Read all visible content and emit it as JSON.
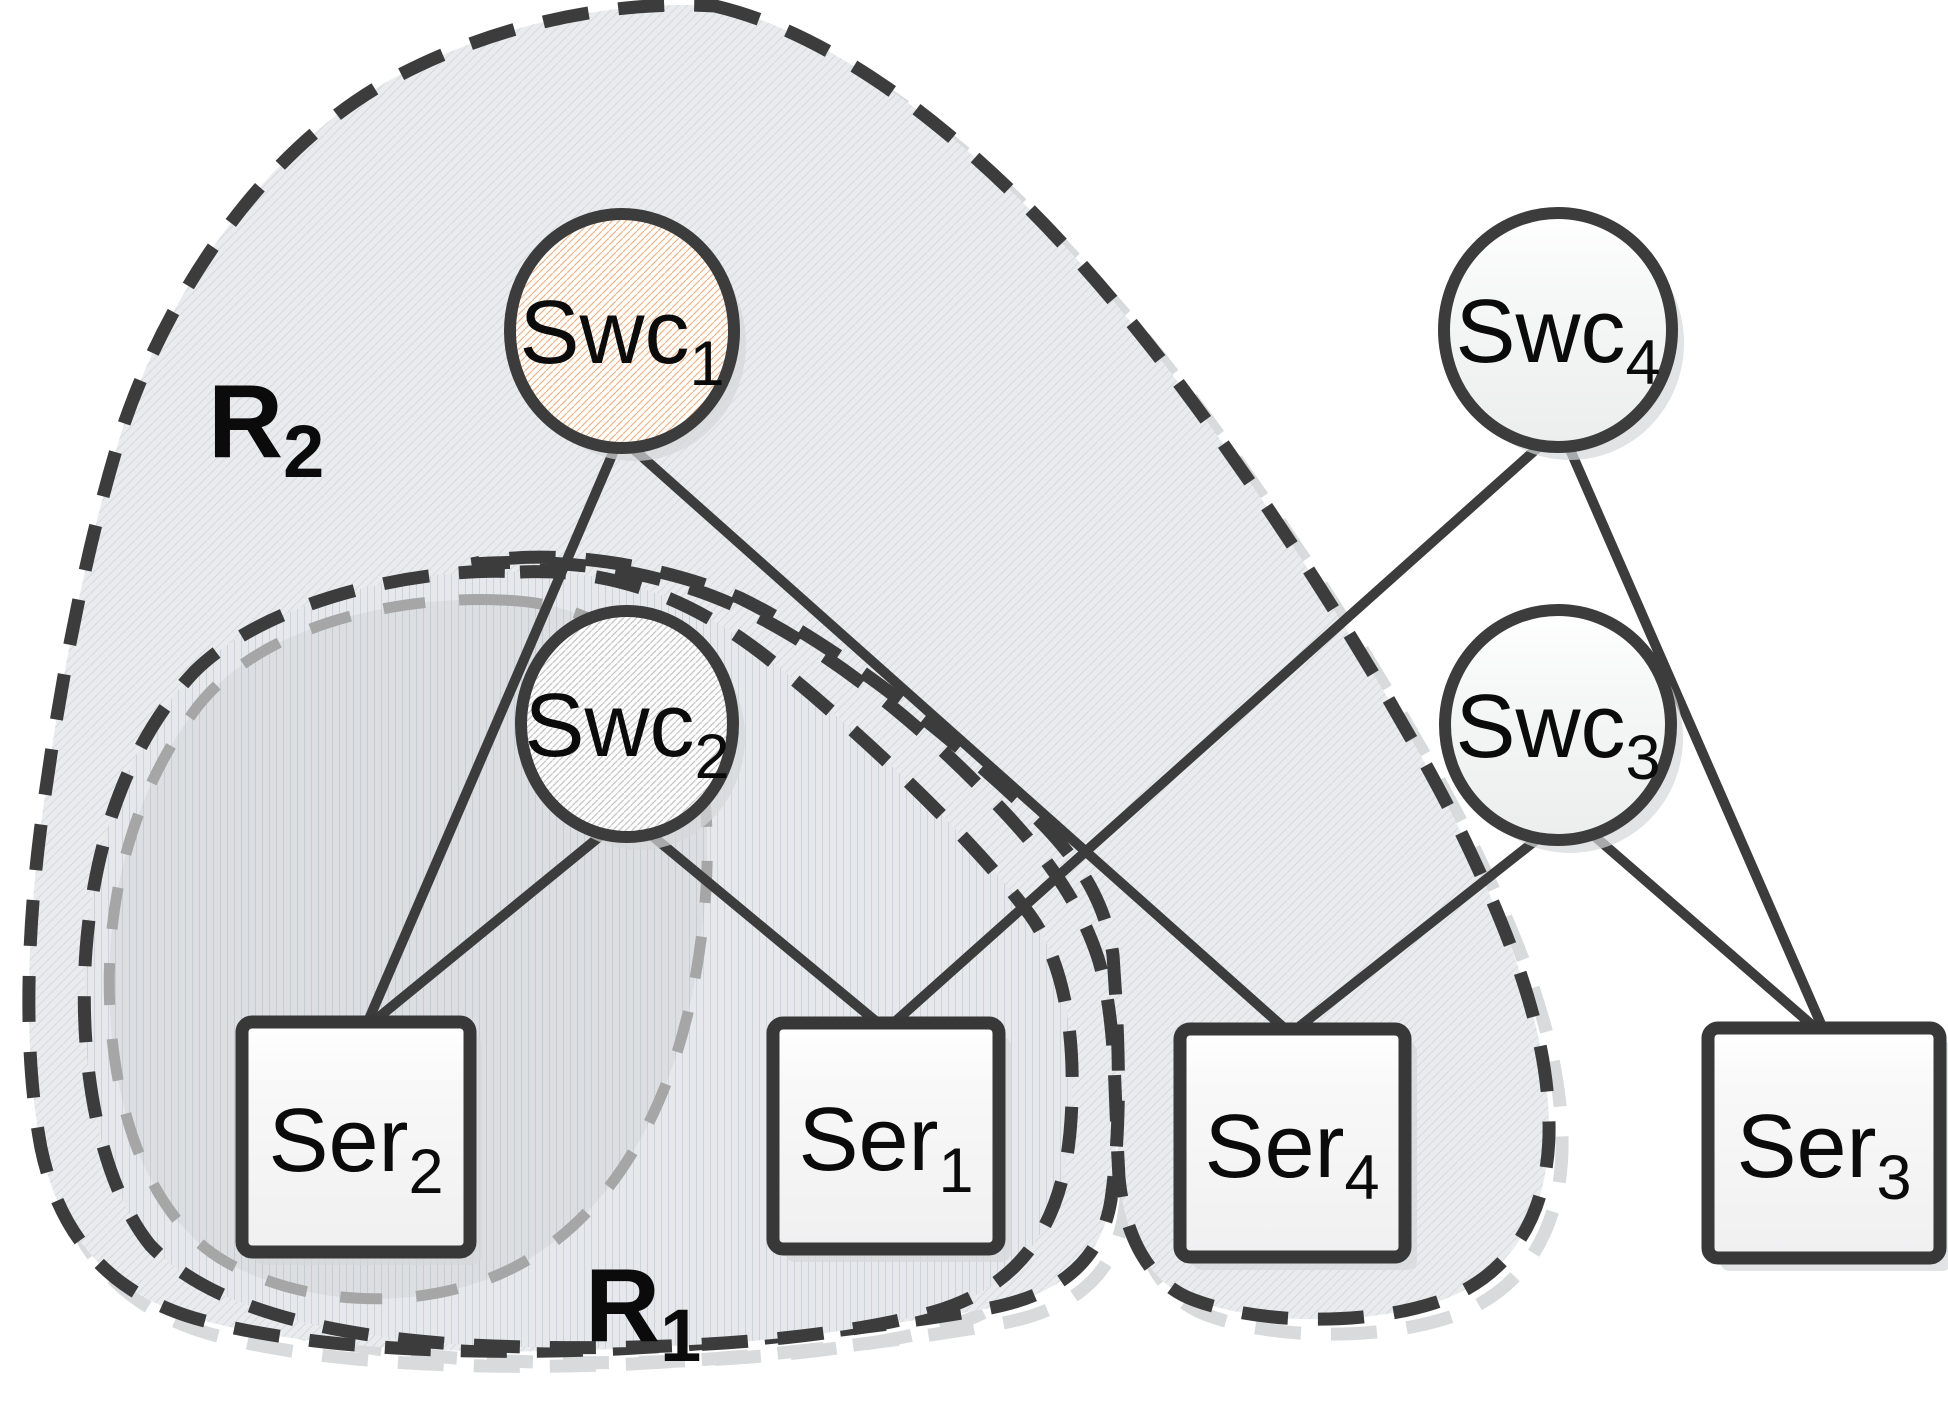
{
  "figure_type": "network-topology-diagram",
  "regions": {
    "r2": {
      "base": "R",
      "sub": "2",
      "style": "dark-dashed-outline",
      "members": [
        "Swc1",
        "Swc2",
        "Ser2",
        "Ser1",
        "Ser4"
      ]
    },
    "r1": {
      "base": "R",
      "sub": "1",
      "style": "dark-dashed-outline",
      "members": [
        "Swc2",
        "Ser2",
        "Ser1"
      ]
    },
    "inner_gray": {
      "base": "",
      "sub": "",
      "style": "gray-dashed-outline",
      "members": [
        "Swc2",
        "Ser2"
      ]
    }
  },
  "nodes": {
    "swc1": {
      "base": "Swc",
      "sub": "1",
      "type": "switch",
      "shape": "circle",
      "fill": "orange-hatch"
    },
    "swc2": {
      "base": "Swc",
      "sub": "2",
      "type": "switch",
      "shape": "circle",
      "fill": "gray-hatch"
    },
    "swc3": {
      "base": "Swc",
      "sub": "3",
      "type": "switch",
      "shape": "circle",
      "fill": "plain"
    },
    "swc4": {
      "base": "Swc",
      "sub": "4",
      "type": "switch",
      "shape": "circle",
      "fill": "plain"
    },
    "ser1": {
      "base": "Ser",
      "sub": "1",
      "type": "server",
      "shape": "square",
      "fill": "plain"
    },
    "ser2": {
      "base": "Ser",
      "sub": "2",
      "type": "server",
      "shape": "square",
      "fill": "plain"
    },
    "ser3": {
      "base": "Ser",
      "sub": "3",
      "type": "server",
      "shape": "square",
      "fill": "plain"
    },
    "ser4": {
      "base": "Ser",
      "sub": "4",
      "type": "server",
      "shape": "square",
      "fill": "plain"
    }
  },
  "edges": [
    [
      "Swc1",
      "Ser2"
    ],
    [
      "Swc1",
      "Ser4"
    ],
    [
      "Swc2",
      "Ser2"
    ],
    [
      "Swc2",
      "Ser1"
    ],
    [
      "Swc4",
      "Ser1"
    ],
    [
      "Swc4",
      "Ser3"
    ],
    [
      "Swc3",
      "Ser4"
    ],
    [
      "Swc3",
      "Ser3"
    ]
  ],
  "colors": {
    "outline_dark": "#3c3c3c",
    "outline_gray": "#a6a6a6",
    "shadow_gray": "#b9bcbe",
    "region_r2_fill": "#e9ebed",
    "region_r1_fill": "#e6e8eb",
    "region_inner_fill": "#dcdee1",
    "swc1_hatch": "#eab68f",
    "swc2_hatch": "#c4c4c4",
    "text": "#0b0b0b",
    "background": "#ffffff"
  }
}
